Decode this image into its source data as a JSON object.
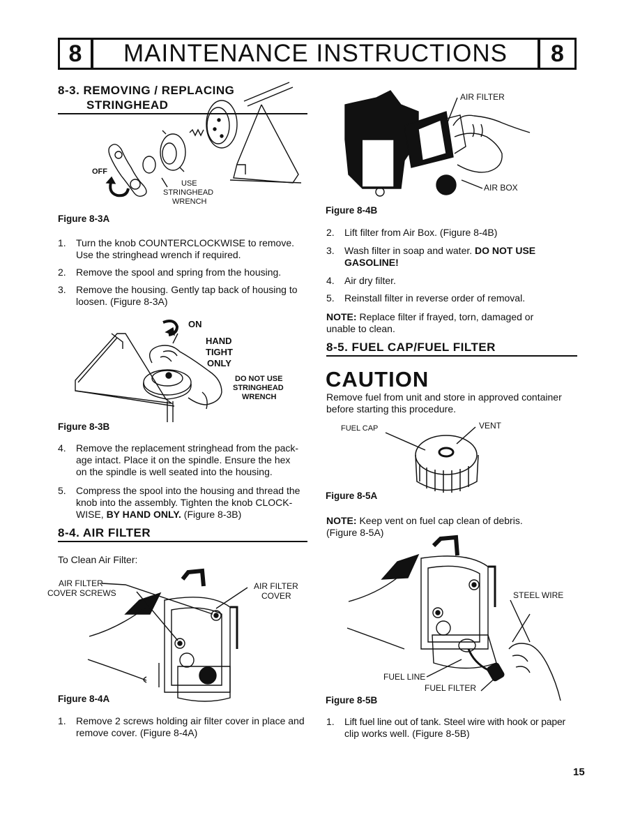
{
  "header": {
    "chapter_number": "8",
    "title": "MAINTENANCE INSTRUCTIONS"
  },
  "sec_8_3": {
    "heading_line1": "8-3. REMOVING / REPLACING",
    "heading_line2": "STRINGHEAD",
    "fig_a_labels": {
      "off": "OFF",
      "use": "USE",
      "stringhead": "STRINGHEAD",
      "wrench": "WRENCH"
    },
    "fig_a_caption": "Figure 8-3A",
    "steps_a": [
      {
        "num": "1.",
        "line1": "Turn the knob COUNTERCLOCKWISE to remove.",
        "line2": "Use the stringhead wrench if required."
      },
      {
        "num": "2.",
        "line1": "Remove the spool and spring from the housing."
      },
      {
        "num": "3.",
        "line1": "Remove the housing.  Gently tap back of housing to",
        "line2": "loosen. (Figure 8-3A)"
      }
    ],
    "fig_b_labels": {
      "on": "ON",
      "hand": "HAND",
      "tight": "TIGHT",
      "only": "ONLY",
      "dnu1": "DO NOT USE",
      "dnu2": "STRINGHEAD",
      "dnu3": "WRENCH"
    },
    "fig_b_caption": "Figure 8-3B",
    "step4": {
      "num": "4.",
      "line1": "Remove the replacement stringhead from the pack-",
      "line2": "age intact.  Place it on the spindle.  Ensure the hex",
      "line3": "on the spindle is well seated into the housing."
    },
    "step5": {
      "num": "5.",
      "line1": "Compress the spool into the housing and thread the",
      "line2": "knob into the assembly.  Tighten the knob CLOCK-",
      "line3a": "WISE, ",
      "line3b": "BY HAND ONLY.",
      "line3c": " (Figure 8-3B)"
    }
  },
  "sec_8_4": {
    "heading": "8-4. AIR FILTER",
    "intro": "To Clean Air Filter:",
    "fig_a_labels": {
      "screws1": "AIR FILTER",
      "screws2": "COVER SCREWS",
      "cover1": "AIR FILTER",
      "cover2": "COVER"
    },
    "fig_a_caption": "Figure 8-4A",
    "step1": {
      "num": "1.",
      "line1": "Remove 2 screws holding air filter cover in place and",
      "line2": "remove cover. (Figure 8-4A)"
    },
    "fig_b_labels": {
      "filter": "AIR FILTER",
      "box": "AIR BOX"
    },
    "fig_b_caption": "Figure 8-4B",
    "step2": {
      "num": "2.",
      "line1": "Lift filter from Air Box. (Figure 8-4B)"
    },
    "step3": {
      "num": "3.",
      "line1a": "Wash filter in soap and water. ",
      "line1b": "DO NOT USE",
      "line2": "GASOLINE!"
    },
    "step4": {
      "num": "4.",
      "line1": "Air dry filter."
    },
    "step5": {
      "num": "5.",
      "line1": "Reinstall filter in reverse order of removal."
    },
    "note_label": "NOTE:",
    "note_line1": " Replace filter if frayed, torn, damaged or",
    "note_line2": "unable to clean."
  },
  "sec_8_5": {
    "heading": "8-5. FUEL CAP/FUEL FILTER",
    "caution": "CAUTION",
    "caution_line1": "Remove fuel from unit and store in approved container",
    "caution_line2": "before starting this procedure.",
    "fig_a_labels": {
      "cap": "FUEL CAP",
      "vent": "VENT"
    },
    "fig_a_caption": "Figure 8-5A",
    "note_label": "NOTE:",
    "note_line1": " Keep vent on fuel cap clean of debris.",
    "note_line2": "(Figure 8-5A)",
    "fig_b_labels": {
      "wire": "STEEL WIRE",
      "line": "FUEL LINE",
      "filter": "FUEL FILTER"
    },
    "fig_b_caption": "Figure 8-5B",
    "step1": {
      "num": "1.",
      "line1": "Lift fuel line out of tank.  Steel wire with hook or paper",
      "line2": "clip works well. (Figure 8-5B)"
    }
  },
  "page_number": "15"
}
